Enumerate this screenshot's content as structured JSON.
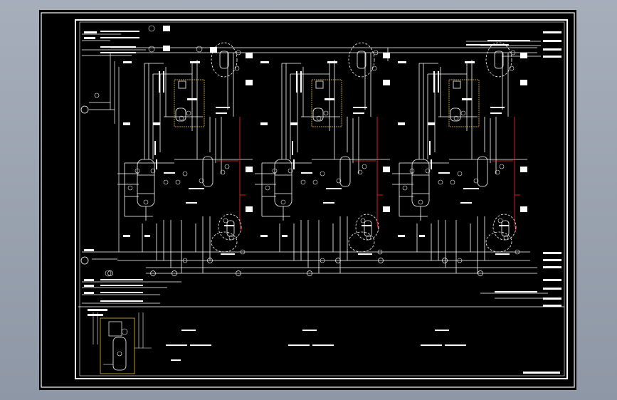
{
  "colors": {
    "background": "#000000",
    "frame": "#ffffff",
    "pipe": "#ffffff",
    "signal": "#ff2a2a",
    "accent": "#ffd24a",
    "instrument": "#e8e8e8"
  },
  "units": [
    {
      "id": "unit-1"
    },
    {
      "id": "unit-2"
    },
    {
      "id": "unit-3"
    }
  ],
  "inlet_streams": [
    "inlet-1",
    "inlet-2"
  ],
  "outlet_streams": [
    "outlet-1",
    "outlet-2",
    "outlet-3",
    "outlet-4"
  ]
}
